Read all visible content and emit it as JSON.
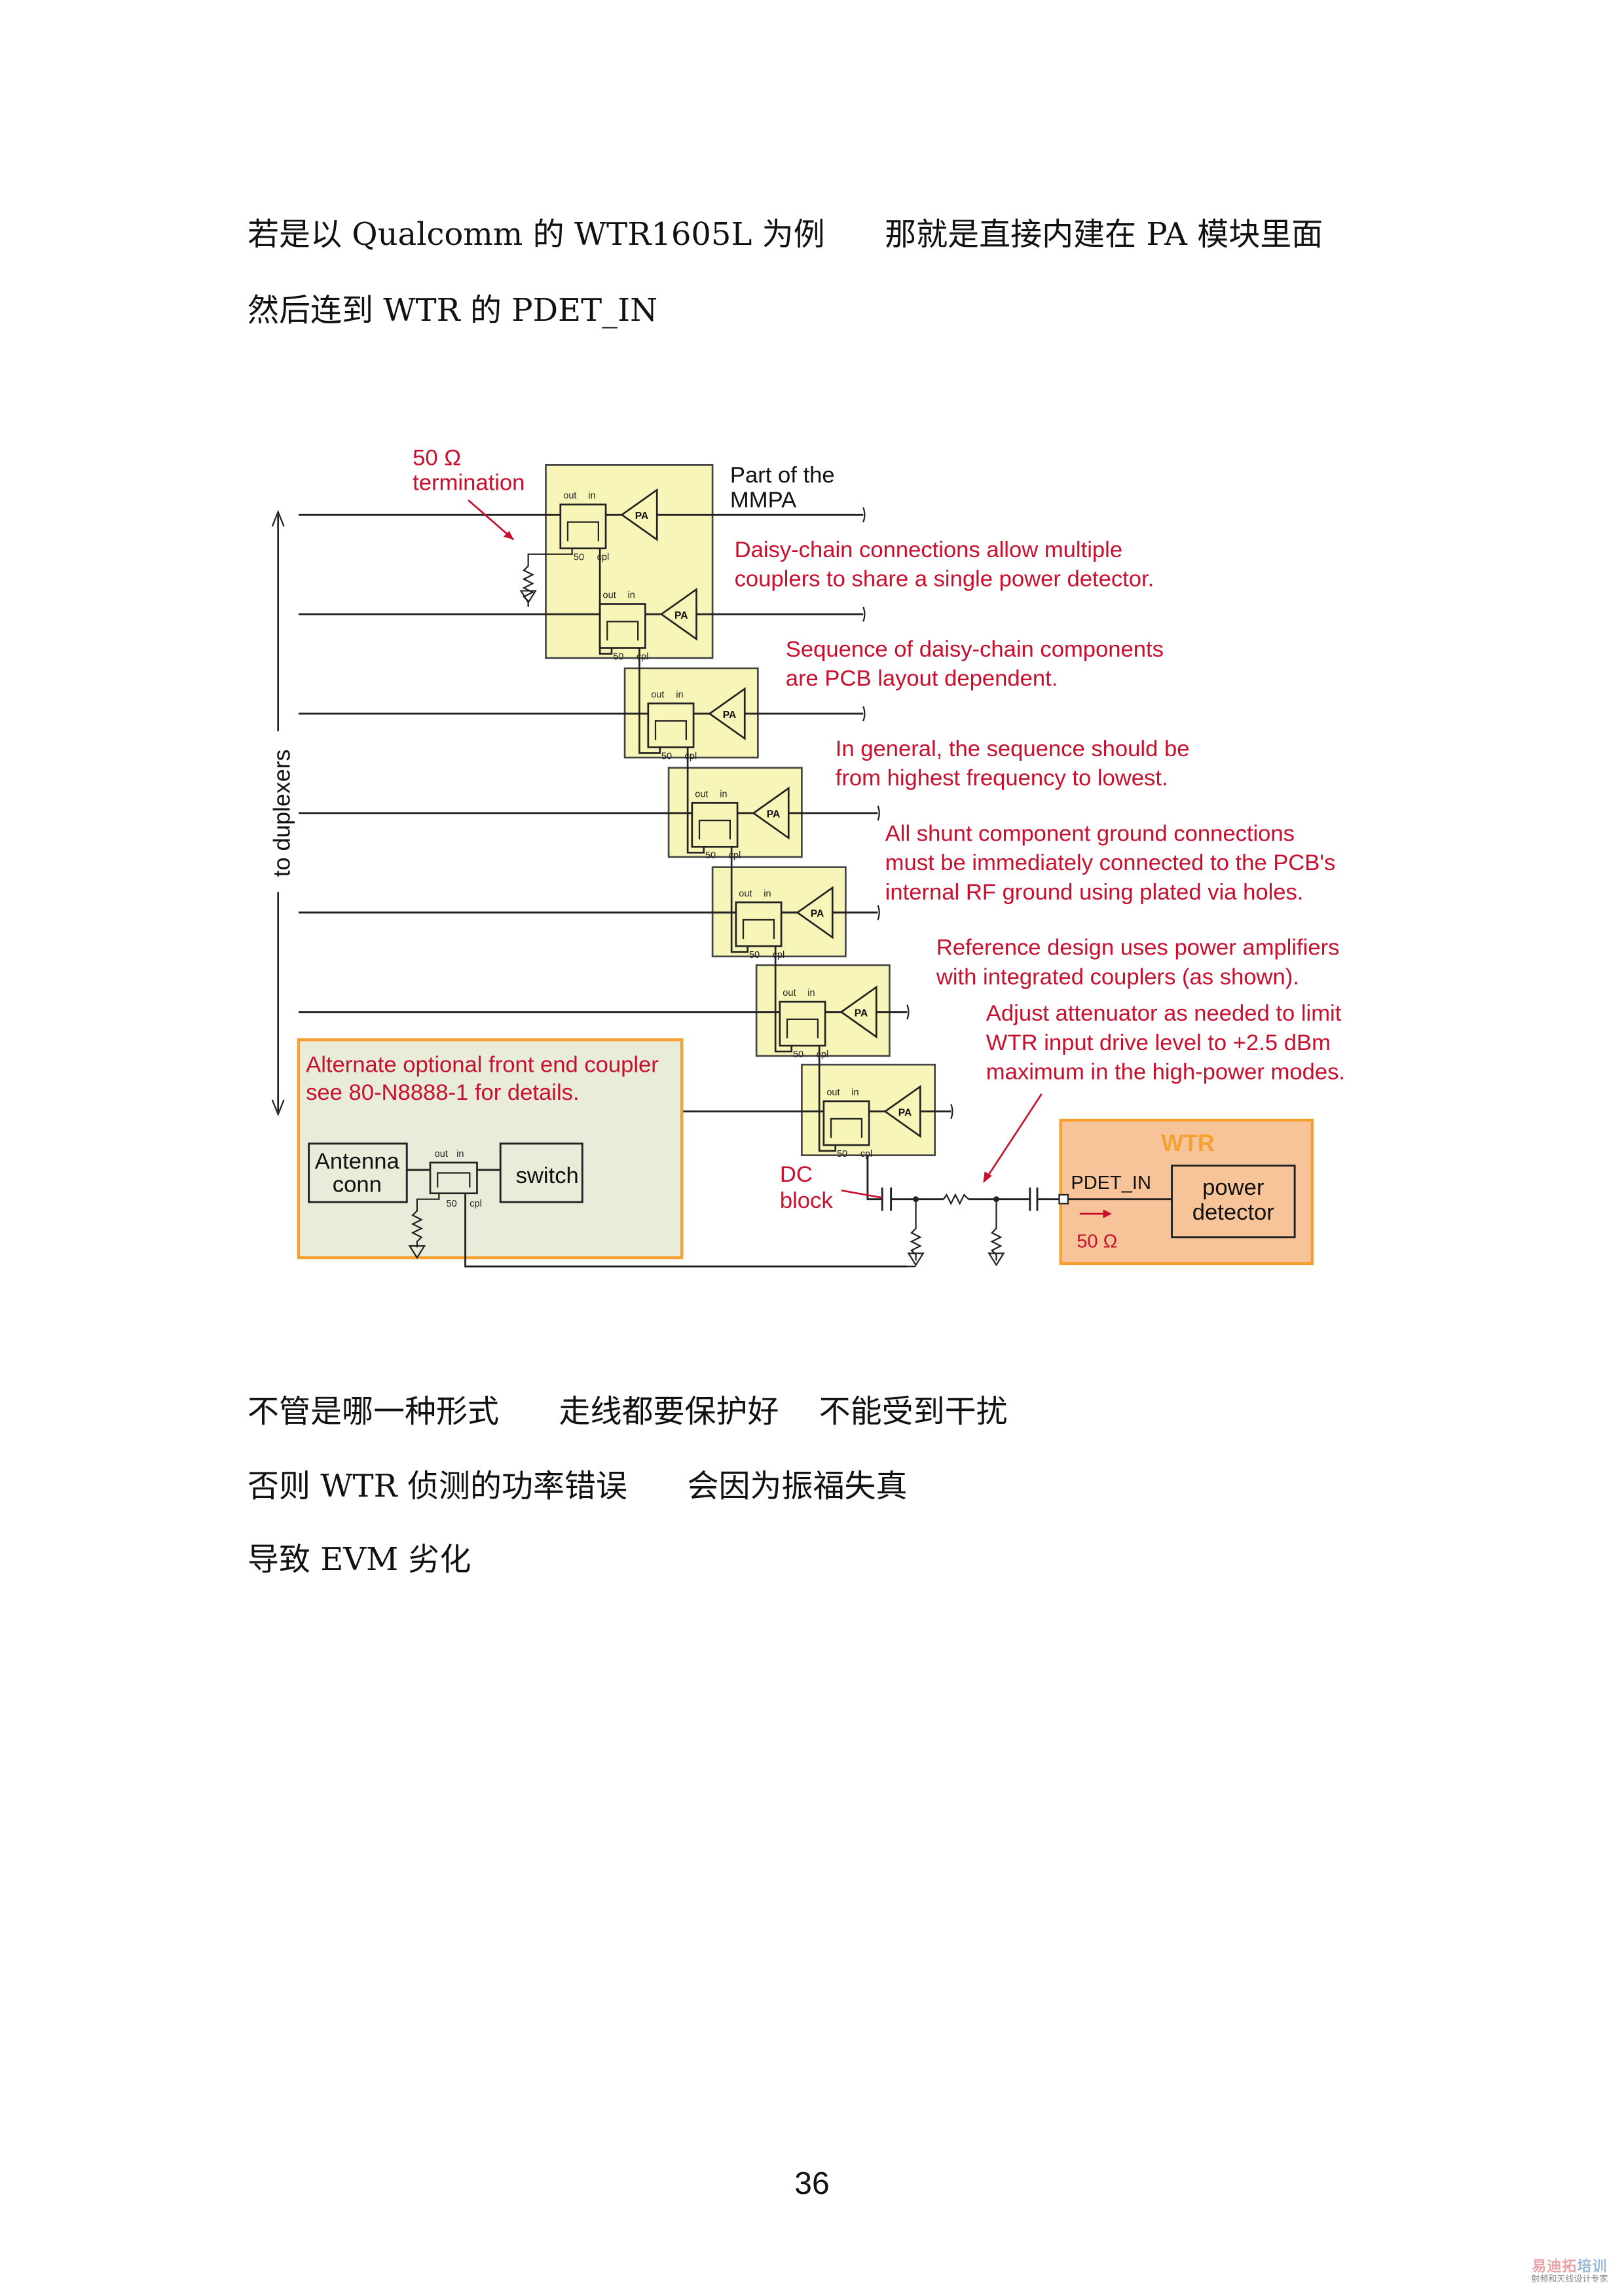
{
  "paragraphs": [
    "若是以 Qualcomm 的 WTR1605L 为例      那就是直接内建在 PA 模块里面",
    "然后连到 WTR 的 PDET_IN",
    "不管是哪一种形式      走线都要保护好    不能受到干扰",
    "否则 WTR 侦测的功率错误      会因为振福失真",
    "导致 EVM 劣化"
  ],
  "diagram": {
    "termination": [
      "50 Ω",
      "termination"
    ],
    "mmpa": [
      "Part of the",
      "MMPA"
    ],
    "to_duplexers": "to duplexers",
    "pa_label": "PA",
    "port_out": "out",
    "port_in": "in",
    "port_50": "50",
    "port_cpl": "cpl",
    "notes": [
      [
        "Daisy-chain connections allow multiple",
        "couplers to share a single power detector."
      ],
      [
        "Sequence of daisy-chain components",
        "are PCB layout dependent."
      ],
      [
        "In general, the sequence should be",
        "from highest frequency to lowest."
      ],
      [
        "All shunt component ground connections",
        "must be immediately connected to the PCB's",
        "internal RF ground using plated via holes."
      ],
      [
        "Reference design uses power amplifiers",
        "with integrated couplers (as shown)."
      ],
      [
        "Adjust attenuator as needed to limit",
        "WTR input drive level to +2.5 dBm",
        "maximum in the high-power modes."
      ]
    ],
    "alternate": [
      "Alternate optional front end coupler",
      "see 80-N8888-1 for details."
    ],
    "antenna": [
      "Antenna",
      "conn"
    ],
    "switch": "switch",
    "dc_block": [
      "DC",
      "block"
    ],
    "wtr": {
      "title": "WTR",
      "pin": "PDET_IN",
      "detector": [
        "power",
        "detector"
      ],
      "impedance": "50 Ω"
    },
    "colors": {
      "red": "#c8102e",
      "yellow": "#f7f5b8",
      "orange": "#f5a030",
      "wtr_fill": "#f7c49a",
      "alt_fill": "#e8ecd8"
    }
  },
  "page_number": "36",
  "watermark": {
    "main": "易迪拓培训",
    "sub": "射频和天线设计专家"
  }
}
